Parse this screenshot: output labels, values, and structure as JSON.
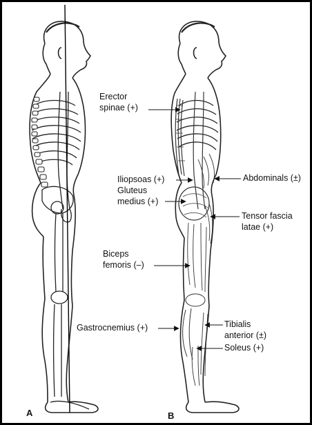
{
  "panels": {
    "a": "A",
    "b": "B"
  },
  "labels": {
    "erector_line1": "Erector",
    "erector_line2": "spinae (+)",
    "iliopsoas": "Iliopsoas (+)",
    "gluteus_line1": "Gluteus",
    "gluteus_line2": "medius (+)",
    "biceps_line1": "Biceps",
    "biceps_line2": "femoris (–)",
    "gastrocnemius": "Gastrocnemius (+)",
    "abdominals": "Abdominals (±)",
    "tensor_line1": "Tensor fascia",
    "tensor_line2": "latae (+)",
    "tibialis_line1": "Tibialis",
    "tibialis_line2": "anterior (±)",
    "soleus": "Soleus (+)"
  }
}
